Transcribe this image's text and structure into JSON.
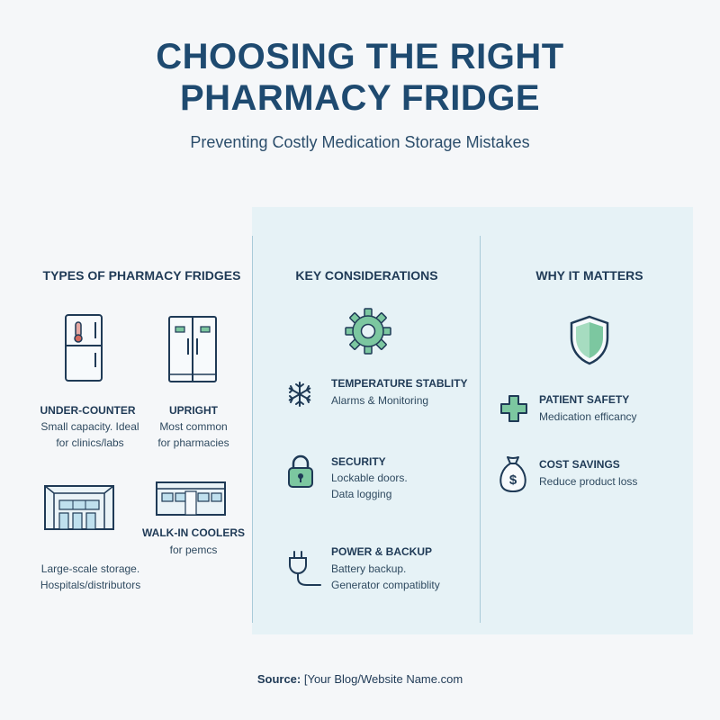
{
  "header": {
    "title_line1": "CHOOSING THE RIGHT",
    "title_line2": "PHARMACY FRIDGE",
    "subtitle": "Preventing Costly Medication Storage Mistakes"
  },
  "types": {
    "heading": "TYPES OF PHARMACY FRIDGES",
    "under_counter": {
      "title": "UNDER-COUNTER",
      "line1": "Small capacity. Ideal",
      "line2": "for clinics/labs"
    },
    "upright": {
      "title": "UPRIGHT",
      "line1": "Most common",
      "line2": "for pharmacies"
    },
    "walk_in": {
      "title": "WALK-IN COOLERS",
      "line1": "for pemcs"
    },
    "large_scale": {
      "line1": "Large-scale storage.",
      "line2": "Hospitals/distributors"
    }
  },
  "considerations": {
    "heading": "KEY CONSIDERATIONS",
    "temperature": {
      "title": "TEMPERATURE STABLITY",
      "line1": "Alarms & Monitoring"
    },
    "security": {
      "title": "SECURITY",
      "line1": "Lockable doors.",
      "line2": "Data logging"
    },
    "power": {
      "title": "POWER & BACKUP",
      "line1": "Battery backup.",
      "line2": "Generator compatiblity"
    }
  },
  "why": {
    "heading": "WHY IT MATTERS",
    "patient": {
      "title": "PATIENT SAFETY",
      "line1": "Medication efficancy"
    },
    "cost": {
      "title": "COST SAVINGS",
      "line1": "Reduce product loss"
    }
  },
  "footer": {
    "source_label": "Source:",
    "source_value": "[Your Blog/Website Name.com"
  },
  "colors": {
    "navy": "#1e4a70",
    "green_accent": "#7cc7a0",
    "panel_bg": "#e6f2f6",
    "page_bg": "#f5f7f9"
  },
  "icons": [
    "fridge-icon",
    "upright-fridge-icon",
    "warehouse-icon",
    "walk-in-cooler-icon",
    "gear-icon",
    "snowflake-icon",
    "padlock-icon",
    "power-plug-icon",
    "shield-icon",
    "medical-cross-icon",
    "money-bag-icon"
  ]
}
